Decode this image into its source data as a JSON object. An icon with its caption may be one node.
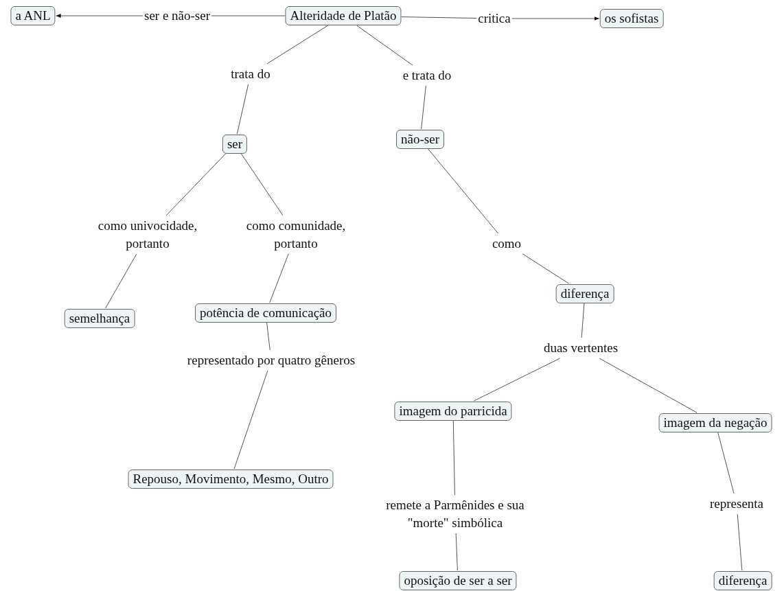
{
  "diagram": {
    "nodes": [
      {
        "text": [
          "Alteridade de Platão"
        ]
      },
      {
        "text": [
          "a ANL"
        ]
      },
      {
        "text": [
          "ser e não-ser"
        ]
      },
      {
        "text": [
          "critica"
        ]
      },
      {
        "text": [
          "os sofistas"
        ]
      },
      {
        "text": [
          "trata do"
        ]
      },
      {
        "text": [
          "e trata do"
        ]
      },
      {
        "text": [
          "ser"
        ]
      },
      {
        "text": [
          "não-ser"
        ]
      },
      {
        "text": [
          "como univocidade, portanto"
        ]
      },
      {
        "text": [
          "como comunidade, portanto"
        ]
      },
      {
        "text": [
          "como"
        ]
      },
      {
        "text": [
          "semelhança"
        ]
      },
      {
        "text": [
          "potência de comunicação"
        ]
      },
      {
        "text": [
          "diferença"
        ]
      },
      {
        "text": [
          "representado por quatro gêneros"
        ]
      },
      {
        "text": [
          "duas vertentes"
        ]
      },
      {
        "text": [
          "imagem do parricida"
        ]
      },
      {
        "text": [
          "imagem da negação"
        ]
      },
      {
        "text": [
          "Repouso, Movimento, Mesmo, Outro"
        ]
      },
      {
        "text": [
          "remete a Parmênides e sua \"morte\" simbólica"
        ]
      },
      {
        "text": [
          "representa"
        ]
      },
      {
        "text": [
          "oposição de ser a ser"
        ]
      },
      {
        "text": [
          "diferença"
        ]
      }
    ],
    "edges": [
      {
        "from": 0,
        "to": 2,
        "arrow": "none"
      },
      {
        "from": 2,
        "to": 1,
        "arrow": "to"
      },
      {
        "from": 0,
        "to": 3,
        "arrow": "none"
      },
      {
        "from": 3,
        "to": 4,
        "arrow": "to"
      },
      {
        "from": 0,
        "to": 5,
        "arrow": "none"
      },
      {
        "from": 5,
        "to": 7,
        "arrow": "none"
      },
      {
        "from": 0,
        "to": 6,
        "arrow": "none"
      },
      {
        "from": 6,
        "to": 8,
        "arrow": "none"
      },
      {
        "from": 7,
        "to": 9,
        "arrow": "none"
      },
      {
        "from": 7,
        "to": 10,
        "arrow": "none"
      },
      {
        "from": 9,
        "to": 12,
        "arrow": "none"
      },
      {
        "from": 10,
        "to": 13,
        "arrow": "none"
      },
      {
        "from": 8,
        "to": 11,
        "arrow": "none"
      },
      {
        "from": 11,
        "to": 14,
        "arrow": "none"
      },
      {
        "from": 13,
        "to": 15,
        "arrow": "none"
      },
      {
        "from": 15,
        "to": 19,
        "arrow": "none"
      },
      {
        "from": 14,
        "to": 16,
        "arrow": "none"
      },
      {
        "from": 16,
        "to": 17,
        "arrow": "none"
      },
      {
        "from": 16,
        "to": 18,
        "arrow": "none"
      },
      {
        "from": 17,
        "to": 20,
        "arrow": "none"
      },
      {
        "from": 20,
        "to": 22,
        "arrow": "none"
      },
      {
        "from": 18,
        "to": 21,
        "arrow": "none"
      },
      {
        "from": 21,
        "to": 23,
        "arrow": "none"
      }
    ]
  }
}
